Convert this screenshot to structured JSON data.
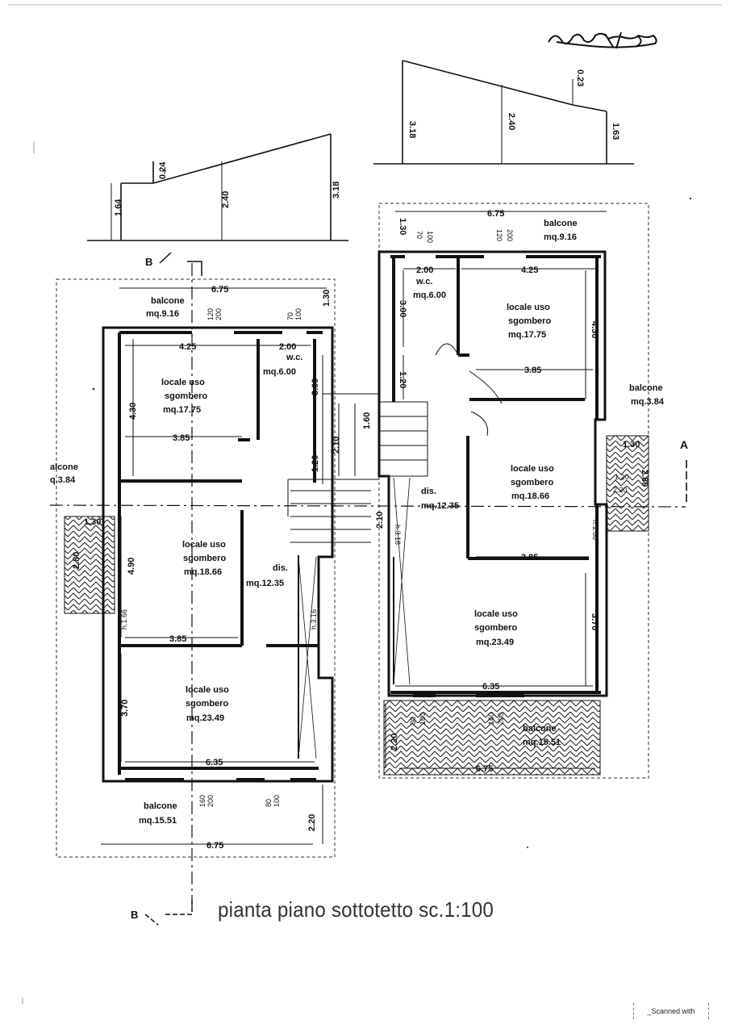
{
  "signature": "handwritten signature",
  "title": "pianta piano sottotetto  sc.1:100",
  "footer": {
    "scanned": "_Scanned with"
  },
  "section_marks": {
    "b_top": "B",
    "b_bottom": "B",
    "a_right": "A"
  },
  "section_profile_left": {
    "h1": "1.64",
    "h2": "0.24",
    "h3": "2.40",
    "h4": "3.18"
  },
  "section_profile_right": {
    "h1": "3.18",
    "h2": "2.40",
    "h3": "0.23",
    "h4": "1.63"
  },
  "left_unit": {
    "balcone_top": {
      "name": "balcone",
      "area": "mq.9.16"
    },
    "width_top": "6.75",
    "d_130": "1.30",
    "window_a": {
      "num": "120",
      "den": "200"
    },
    "window_b": {
      "num": "70",
      "den": "100"
    },
    "room_a": {
      "name1": "locale uso",
      "name2": "sgombero",
      "area": "mq.17.75",
      "w": "4.25",
      "h": "4.30",
      "w2": "3.85"
    },
    "wc": {
      "name": "w.c.",
      "area": "mq.6.00",
      "w": "2.00",
      "h": "3.00"
    },
    "d_120": "1.20",
    "d_210": "2.10",
    "d_160": "1.60",
    "d_210b": "2.10",
    "balcone_side": {
      "name": "alcone",
      "area": "q.3.84",
      "w": "1.30",
      "h": "2.80"
    },
    "room_b": {
      "name1": "locale uso",
      "name2": "sgombero",
      "area": "mq.18.66",
      "h": "4.90",
      "w": "3.85",
      "hl": "h.1.66"
    },
    "dis": {
      "name": "dis.",
      "area": "mq.12.35",
      "h": "h.3.16"
    },
    "room_c": {
      "name1": "locale uso",
      "name2": "sgombero",
      "area": "mq.23.49",
      "h": "3.70",
      "w": "6.35"
    },
    "window_c": {
      "num": "160",
      "den": "200"
    },
    "window_d": {
      "num": "80",
      "den": "100"
    },
    "balcone_bottom": {
      "name": "balcone",
      "area": "mq.15.51",
      "d": "2.20",
      "w": "6.75"
    }
  },
  "right_unit": {
    "width_top": "6.75",
    "balcone_top": {
      "name": "balcone",
      "area": "mq.9.16"
    },
    "d_130": "1.30",
    "window_a": {
      "num": "70",
      "den": "100"
    },
    "window_b": {
      "num": "120",
      "den": "200"
    },
    "wc": {
      "name": "w.c.",
      "area": "mq.6.00",
      "w": "2.00",
      "h": "3.00"
    },
    "room_a": {
      "name1": "locale uso",
      "name2": "sgombero",
      "area": "mq.17.75",
      "w": "4.25",
      "h": "4.30",
      "w2": "3.85"
    },
    "d_120": "1.20",
    "balcone_side": {
      "name": "balcone",
      "area": "mq.3.84",
      "w": "1.30",
      "w2": "1.20",
      "w3": "2.20",
      "h": "2.80"
    },
    "room_b": {
      "name1": "locale uso",
      "name2": "sgombero",
      "area": "mq.18.66",
      "w": "3.85",
      "hl": "h.1.66"
    },
    "dis": {
      "name": "dis.",
      "area": "mq.12.35",
      "h": "h.3.16"
    },
    "room_c": {
      "name1": "locale uso",
      "name2": "sgombero",
      "area": "mq.23.49",
      "h": "3.70",
      "w": "6.35"
    },
    "window_c": {
      "num": "80",
      "den": "100"
    },
    "window_d": {
      "num": "160",
      "den": "200"
    },
    "balcone_bottom": {
      "name": "balcone",
      "area": "mq.15.51",
      "d": "2.20",
      "w": "6.75"
    }
  }
}
